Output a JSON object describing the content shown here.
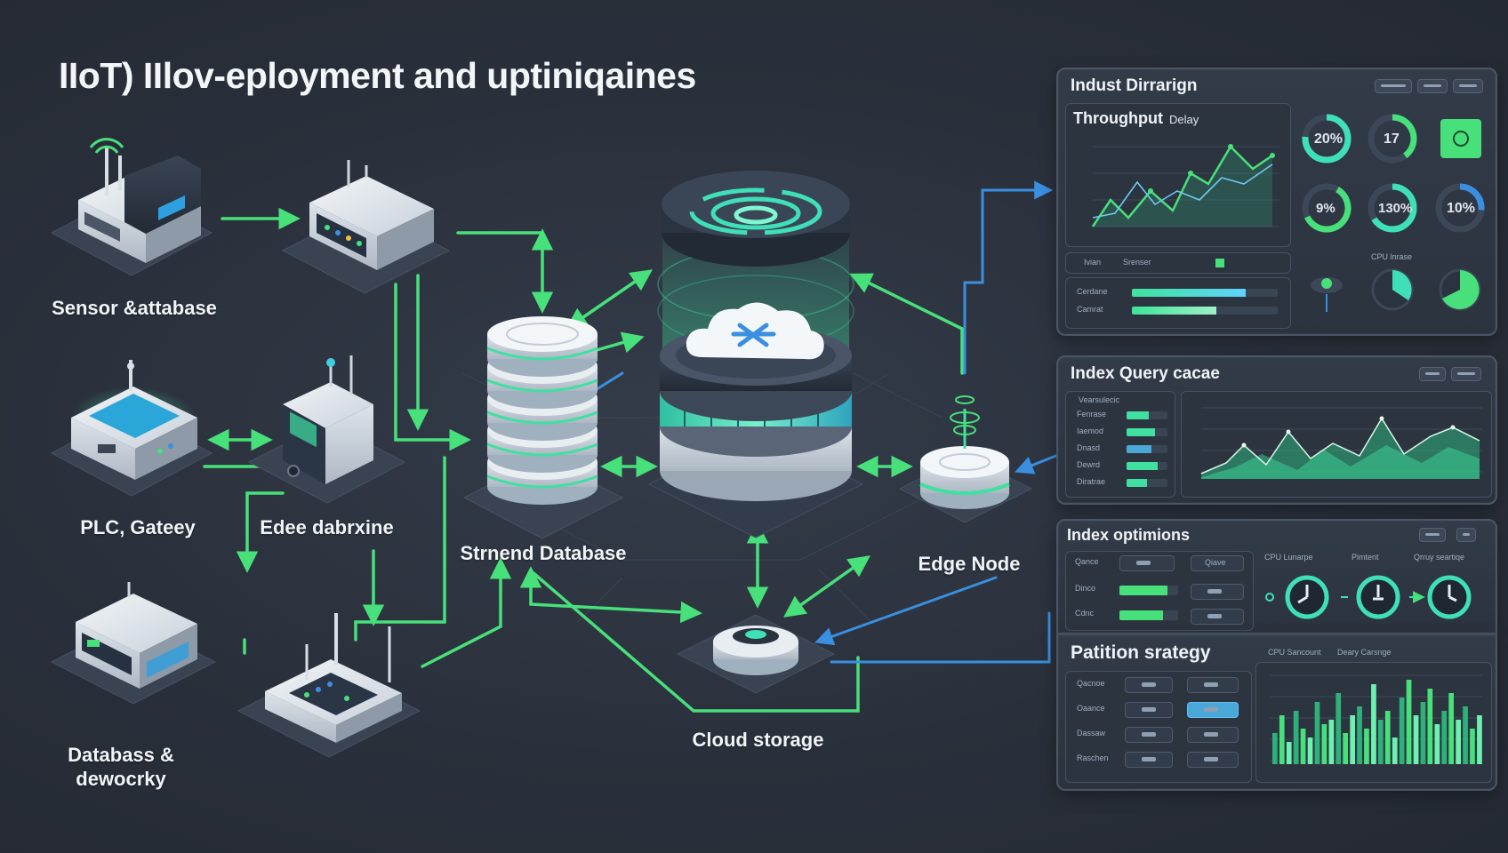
{
  "title": "IIoT) IIlov-eployment and uptiniqaines",
  "labels": {
    "sensor": "Sensor &attabase",
    "plc": "PLC, Gateey",
    "edge_db": "Edee dabrxine",
    "db_dev": "Databass &\ndewocrky",
    "stored_db": "Strnend Database",
    "edge_node": "Edge Node",
    "cloud": "Cloud storage"
  },
  "panels": {
    "industrial": {
      "title": "Indust Dirrarign",
      "throughput": "Throughput",
      "delay": "Delay",
      "gauges": [
        "20%",
        "17",
        "9%",
        "130%",
        "10%"
      ],
      "legend": [
        "Ivian",
        "Srenser"
      ],
      "rows": [
        "Cerdane",
        "Camrat"
      ],
      "cpu_label": "CPU lnrase"
    },
    "index_query": {
      "title": "Index Query cacae",
      "header": "Vearsulecic",
      "rows": [
        "Fenrase",
        "Iaemod",
        "Dnasd",
        "Dewrd",
        "Diratrae"
      ]
    },
    "index_opt": {
      "title": "Index optimions",
      "legend": [
        "CPU Lunarpe",
        "Pimtent",
        "Qrruy seartiqe"
      ],
      "rows": [
        "Qance",
        "Dinco",
        "Cdnc"
      ],
      "button": "Qiave"
    },
    "partition": {
      "title": "Patition srategy",
      "legend": [
        "CPU Sancount",
        "Deary Carsnge"
      ],
      "rows": [
        "Qacnoe",
        "Oaance",
        "Dassaw",
        "Raschen"
      ]
    }
  },
  "colors": {
    "green": "#48e07a",
    "teal": "#3fe0b8",
    "blue": "#3a8fe0",
    "panel": "#2f3744"
  }
}
